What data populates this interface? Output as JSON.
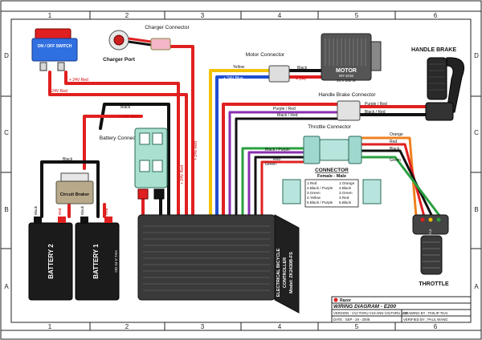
{
  "frame": {
    "columns": [
      "1",
      "2",
      "3",
      "4",
      "5",
      "6"
    ],
    "rows": [
      "D",
      "C",
      "B",
      "A"
    ]
  },
  "components": {
    "switch": "ON / OFF SWITCH",
    "charger_connector": "Charger Connector",
    "charger_port": "Charger Port",
    "motor_connector": "Motor Connector",
    "motor": {
      "title": "MOTOR",
      "model": "MY-1016",
      "rating": "24 V 200 W"
    },
    "handle_brake": "HANDLE BRAKE",
    "handle_brake_connector": "Handle Brake Connector",
    "battery_connector": "Battery Connector",
    "throttle_connector": "Throttle Connector",
    "circuit_breaker": "Circuit Braker",
    "battery_2": "BATTERY 2",
    "battery_1": "BATTERY 1",
    "battery_spec": "OD 24 V 7AH",
    "controller": [
      "ELECTRICAL BICYCLE",
      "CONTROLLER",
      "Model: ZK2430B-FS"
    ],
    "throttle": "THROTTLE",
    "throttle_label": "THROTTLE"
  },
  "wire_labels": {
    "plus24_red": "+ 24V Red",
    "plus24v": "+ 24V",
    "black": "Black",
    "yellow": "Yellow",
    "plus24_blue": "+ 24V Blue",
    "purple_red": "Purple / Red",
    "black_red": "Black / Red",
    "black_purple": "Black / Purple",
    "red": "Red",
    "green": "Green",
    "orange": "Orange",
    "plus24_red_vert": "+ 24V Red",
    "battery_red": "Red",
    "battery_black": "Black"
  },
  "connector_table": {
    "title": "CONNECTOR",
    "subtitle": "Female  -  Male",
    "female": [
      "1.Red",
      "2.Black / Purple",
      "3.Green",
      "4.Yellow",
      "5.Black / Purple"
    ],
    "male": [
      "1.Orange",
      "2.Black",
      "3.Green",
      "4.Red",
      "5.Black"
    ]
  },
  "title_block": {
    "brand": "Razor",
    "title": "WIRING DIAGRAM - E200",
    "version": "VERSION : V13 THRU V19 AND V31THRU V33",
    "drawn_by": "DRAWING BY : PHILIP THAI",
    "verified_by": "VERIFIED BY : PAUL WANG",
    "date": "DATE : SEP - 29 - 2008"
  },
  "colors": {
    "red": "#e02020",
    "black": "#111111",
    "yellow": "#f2c200",
    "blue": "#1f4fd1",
    "purple": "#8a2fb0",
    "green": "#2aa040",
    "orange": "#f08020",
    "connector_teal": "#9fd8cf"
  }
}
